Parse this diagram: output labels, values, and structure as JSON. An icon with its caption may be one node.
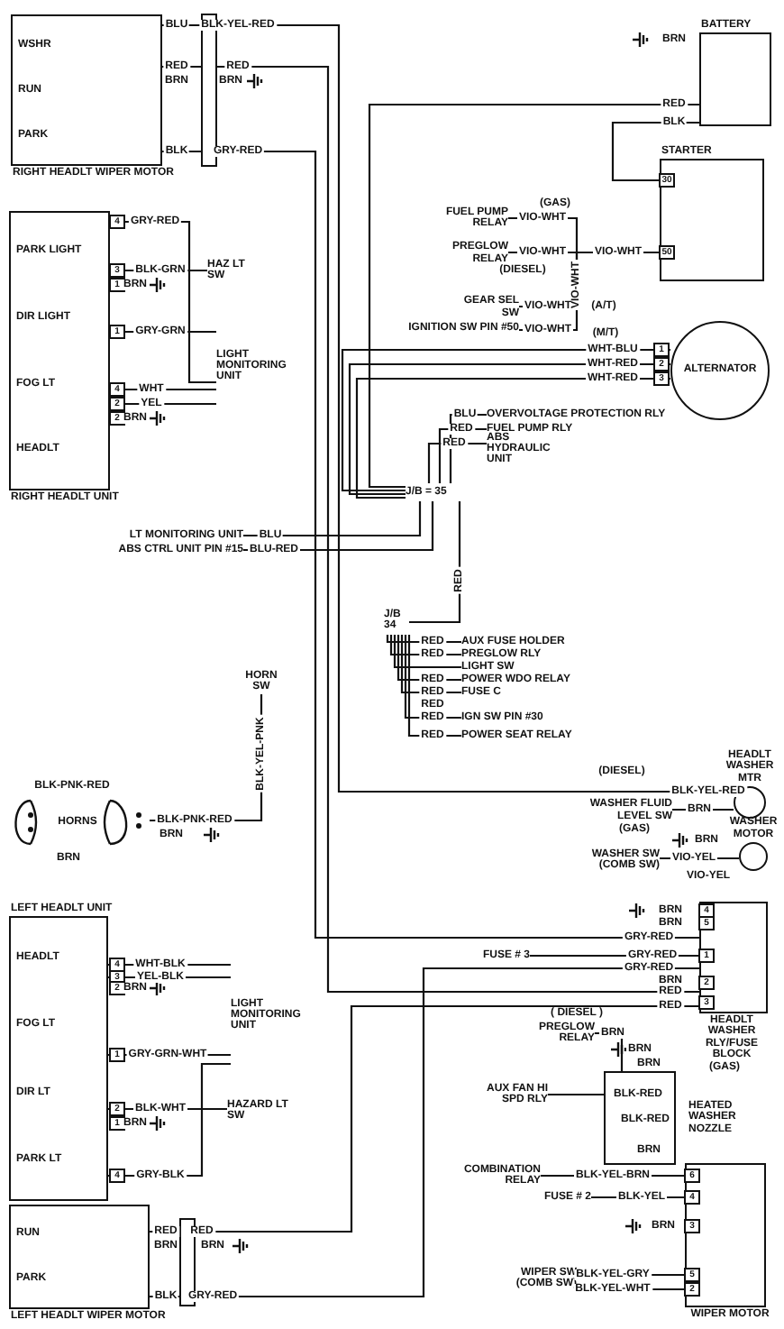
{
  "diagram": {
    "nodes": [
      {
        "text": [
          "WSHR",
          "RUN",
          "PARK",
          "RIGHT HEADLT WIPER MOTOR"
        ]
      },
      {
        "text": [
          "BATTERY"
        ]
      },
      {
        "text": [
          "STARTER"
        ]
      },
      {
        "text": [
          "PARK LIGHT",
          "DIR LIGHT",
          "FOG LT",
          "HEADLT",
          "RIGHT HEADLT UNIT"
        ]
      },
      {
        "text": [
          "HAZ LT SW"
        ]
      },
      {
        "text": [
          "LIGHT MONITORING UNIT"
        ]
      },
      {
        "text": [
          "FUEL PUMP RELAY"
        ]
      },
      {
        "text": [
          "PREGLOW RELAY"
        ]
      },
      {
        "text": [
          "GEAR SEL SW"
        ]
      },
      {
        "text": [
          "IGNITION SW PIN #50"
        ]
      },
      {
        "text": [
          "ALTERNATOR"
        ]
      },
      {
        "text": [
          "OVERVOLTAGE PROTECTION RLY"
        ]
      },
      {
        "text": [
          "FUEL PUMP RLY"
        ]
      },
      {
        "text": [
          "ABS HYDRAULIC UNIT"
        ]
      },
      {
        "text": [
          "J/B = 35"
        ]
      },
      {
        "text": [
          "LT MONITORING UNIT"
        ]
      },
      {
        "text": [
          "ABS CTRL UNIT PIN #15"
        ]
      },
      {
        "text": [
          "J/B 34"
        ]
      },
      {
        "text": [
          "AUX FUSE HOLDER"
        ]
      },
      {
        "text": [
          "PREGLOW RLY"
        ]
      },
      {
        "text": [
          "LIGHT SW"
        ]
      },
      {
        "text": [
          "POWER WDO RELAY"
        ]
      },
      {
        "text": [
          "FUSE C"
        ]
      },
      {
        "text": [
          "IGN SW PIN #30"
        ]
      },
      {
        "text": [
          "POWER SEAT RELAY"
        ]
      },
      {
        "text": [
          "HORN SW"
        ]
      },
      {
        "text": [
          "HORNS"
        ]
      },
      {
        "text": [
          "HEADLT WASHER MTR"
        ]
      },
      {
        "text": [
          "WASHER FLUID LEVEL SW"
        ]
      },
      {
        "text": [
          "WASHER MOTOR"
        ]
      },
      {
        "text": [
          "WASHER SW (COMB SW)"
        ]
      },
      {
        "text": [
          "FUSE # 3"
        ]
      },
      {
        "text": [
          "HEADLT WASHER RLY/FUSE BLOCK"
        ]
      },
      {
        "text": [
          "LEFT HEADLT UNIT",
          "HEADLT",
          "FOG LT",
          "DIR LT",
          "PARK LT"
        ]
      },
      {
        "text": [
          "LIGHT MONITORING UNIT"
        ]
      },
      {
        "text": [
          "HAZARD LT SW"
        ]
      },
      {
        "text": [
          "PREGLOW RELAY"
        ]
      },
      {
        "text": [
          "AUX FAN HI SPD RLY"
        ]
      },
      {
        "text": [
          "HEATED WASHER NOZZLE"
        ]
      },
      {
        "text": [
          "RUN",
          "PARK",
          "LEFT HEADLT WIPER MOTOR"
        ]
      },
      {
        "text": [
          "COMBINATION RELAY"
        ]
      },
      {
        "text": [
          "FUSE # 2"
        ]
      },
      {
        "text": [
          "WIPER MOTOR"
        ]
      },
      {
        "text": [
          "WIPER SW (COMB SW)"
        ]
      }
    ],
    "edges": [
      {
        "from": 0,
        "to": 27,
        "arrow": "none",
        "label": "BLK-YEL-RED"
      },
      {
        "from": 0,
        "to": 32,
        "arrow": "none",
        "label": "RED"
      },
      {
        "from": 0,
        "to": 32,
        "arrow": "none",
        "label": "GRY-RED"
      },
      {
        "from": 1,
        "to": 2,
        "arrow": "none",
        "label": "BLK"
      },
      {
        "from": 1,
        "to": 14,
        "arrow": "none",
        "label": "RED"
      },
      {
        "from": 6,
        "to": 2,
        "arrow": "none",
        "label": "VIO-WHT"
      },
      {
        "from": 7,
        "to": 2,
        "arrow": "none",
        "label": "VIO-WHT"
      },
      {
        "from": 8,
        "to": 2,
        "arrow": "none",
        "label": "VIO-WHT"
      },
      {
        "from": 9,
        "to": 2,
        "arrow": "none",
        "label": "VIO-WHT"
      },
      {
        "from": 10,
        "to": 14,
        "arrow": "none",
        "label": "WHT-BLU"
      },
      {
        "from": 10,
        "to": 14,
        "arrow": "none",
        "label": "WHT-RED"
      },
      {
        "from": 10,
        "to": 14,
        "arrow": "none",
        "label": "WHT-RED"
      },
      {
        "from": 11,
        "to": 14,
        "arrow": "none",
        "label": "BLU"
      },
      {
        "from": 12,
        "to": 14,
        "arrow": "none",
        "label": "RED"
      },
      {
        "from": 13,
        "to": 14,
        "arrow": "none",
        "label": "RED"
      },
      {
        "from": 15,
        "to": 14,
        "arrow": "none",
        "label": "BLU"
      },
      {
        "from": 16,
        "to": 14,
        "arrow": "none",
        "label": "BLU-RED"
      },
      {
        "from": 14,
        "to": 17,
        "arrow": "none",
        "label": "RED"
      },
      {
        "from": 17,
        "to": 18,
        "arrow": "none",
        "label": "RED"
      },
      {
        "from": 17,
        "to": 19,
        "arrow": "none",
        "label": "RED"
      },
      {
        "from": 17,
        "to": 20,
        "arrow": "none"
      },
      {
        "from": 17,
        "to": 21,
        "arrow": "none",
        "label": "RED"
      },
      {
        "from": 17,
        "to": 22,
        "arrow": "none",
        "label": "RED"
      },
      {
        "from": 17,
        "to": 23,
        "arrow": "none",
        "label": "RED"
      },
      {
        "from": 17,
        "to": 24,
        "arrow": "none",
        "label": "RED"
      },
      {
        "from": 25,
        "to": 26,
        "arrow": "none",
        "label": "BLK-YEL-PNK"
      },
      {
        "from": 28,
        "to": 27,
        "arrow": "none",
        "label": "BRN"
      },
      {
        "from": 30,
        "to": 29,
        "arrow": "none",
        "label": "VIO-YEL"
      },
      {
        "from": 31,
        "to": 32,
        "arrow": "none",
        "label": "GRY-RED"
      },
      {
        "from": 3,
        "to": 4,
        "arrow": "none",
        "label": "BLK-GRN"
      },
      {
        "from": 3,
        "to": 5,
        "arrow": "none",
        "label": "GRY-RED"
      },
      {
        "from": 3,
        "to": 5,
        "arrow": "none",
        "label": "GRY-GRN"
      },
      {
        "from": 3,
        "to": 5,
        "arrow": "none",
        "label": "WHT"
      },
      {
        "from": 3,
        "to": 5,
        "arrow": "none",
        "label": "YEL"
      },
      {
        "from": 33,
        "to": 34,
        "arrow": "none",
        "label": "WHT-BLK"
      },
      {
        "from": 33,
        "to": 34,
        "arrow": "none",
        "label": "YEL-BLK"
      },
      {
        "from": 33,
        "to": 34,
        "arrow": "none",
        "label": "GRY-GRN-WHT"
      },
      {
        "from": 33,
        "to": 35,
        "arrow": "none",
        "label": "BLK-WHT"
      },
      {
        "from": 33,
        "to": 34,
        "arrow": "none",
        "label": "GRY-BLK"
      },
      {
        "from": 39,
        "to": 32,
        "arrow": "none",
        "label": "RED"
      },
      {
        "from": 39,
        "to": 32,
        "arrow": "none",
        "label": "GRY-RED"
      },
      {
        "from": 36,
        "to": 38,
        "arrow": "none",
        "label": "BRN"
      },
      {
        "from": 37,
        "to": 38,
        "arrow": "none",
        "label": "BLK-RED"
      },
      {
        "from": 40,
        "to": 42,
        "arrow": "none",
        "label": "BLK-YEL-BRN"
      },
      {
        "from": 41,
        "to": 42,
        "arrow": "none",
        "label": "BLK-YEL"
      },
      {
        "from": 43,
        "to": 42,
        "arrow": "none",
        "label": "BLK-YEL-GRY"
      },
      {
        "from": 43,
        "to": 42,
        "arrow": "none",
        "label": "BLK-YEL-WHT"
      }
    ],
    "labels": [
      "BLU",
      "RED",
      "BRN",
      "BRN",
      "BLK",
      "BRN",
      "30",
      "(GAS)",
      "(DIESEL)",
      "VIO-WHT",
      "VIO-WHT",
      "50",
      "(A/T)",
      "(M/T)",
      "4",
      "3",
      "1",
      "BRN",
      "1",
      "4",
      "2",
      "2",
      "BRN",
      "1",
      "2",
      "3",
      "RED",
      "BLK-PNK-RED",
      "BLK-PNK-RED",
      "BRN",
      "BRN",
      "(DIESEL)",
      "BLK-YEL-RED",
      "(GAS)",
      "BRN",
      "VIO-YEL",
      "BRN",
      "4",
      "BRN",
      "5",
      "GRY-RED",
      "1",
      "GRY-RED",
      "BRN",
      "2",
      "RED",
      "RED",
      "3",
      "( DIESEL )",
      "(GAS)",
      "BRN",
      "BRN",
      "BLK-RED",
      "BRN",
      "6",
      "4",
      "BRN",
      "3",
      "5",
      "2",
      "4",
      "3",
      "2",
      "BRN",
      "1",
      "2",
      "1",
      "BRN",
      "4",
      "RED",
      "BRN",
      "BRN",
      "BLK"
    ]
  }
}
